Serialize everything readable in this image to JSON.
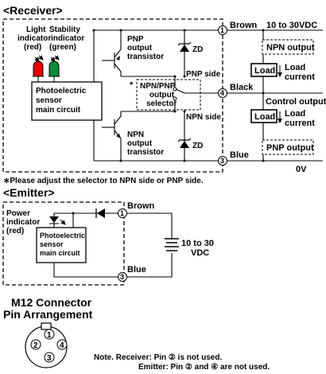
{
  "receiver": {
    "title": "<Receiver>",
    "light_indicator": [
      "Light",
      "indicator",
      "(red)"
    ],
    "stability_indicator": [
      "Stability",
      "indicator",
      "(green)"
    ],
    "main_circuit": [
      "Photoelectric",
      "sensor",
      "main circuit"
    ],
    "pnp_transistor": [
      "PNP",
      "output",
      "transistor"
    ],
    "npn_transistor": [
      "NPN",
      "output",
      "transistor"
    ],
    "zd_label": "ZD",
    "selector_mark": "*",
    "selector": [
      "NPN/PNP",
      "output",
      "selector"
    ],
    "pnp_side": "PNP side",
    "npn_side": "NPN side",
    "wires": {
      "brown": "Brown",
      "black": "Black",
      "blue": "Blue"
    },
    "pins": {
      "p1": "1",
      "p4": "4",
      "p3": "3"
    },
    "supply": "10 to 30VDC",
    "zero_v": "0V",
    "npn_output": "NPN output",
    "pnp_output": "PNP output",
    "load": "Load",
    "load_current": [
      "Load",
      "current"
    ],
    "control_output": "Control output",
    "note": "∗Please adjust the selector to NPN side or PNP side."
  },
  "emitter": {
    "title": "<Emitter>",
    "power_indicator": [
      "Power",
      "indicator",
      "(red)"
    ],
    "main_circuit": [
      "Photoelectric",
      "sensor",
      "main circuit"
    ],
    "wires": {
      "brown": "Brown",
      "blue": "Blue"
    },
    "pins": {
      "p1": "1",
      "p3": "3"
    },
    "supply": [
      "10 to 30",
      "VDC"
    ]
  },
  "connector": {
    "title": [
      "M12 Connector",
      "Pin Arrangement"
    ],
    "pins": [
      "1",
      "2",
      "3",
      "4"
    ],
    "note_line1": "Note. Receiver: Pin ② is not used.",
    "note_line2": "Emitter: Pin ② and ④ are not used."
  }
}
